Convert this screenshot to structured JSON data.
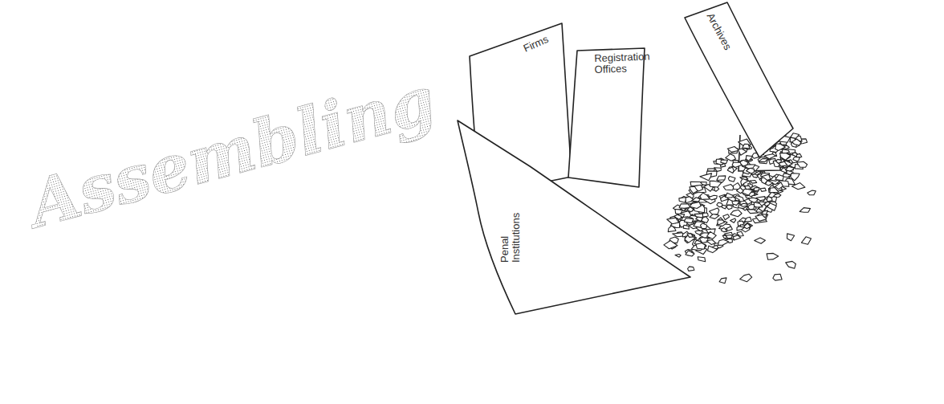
{
  "diagram": {
    "title": "Assembling",
    "nodes": [
      {
        "text": [
          "Firms"
        ]
      },
      {
        "text": [
          "Registration Offices"
        ]
      },
      {
        "text": [
          "Archives"
        ]
      },
      {
        "text": [
          "Penal Institutions"
        ]
      }
    ]
  }
}
